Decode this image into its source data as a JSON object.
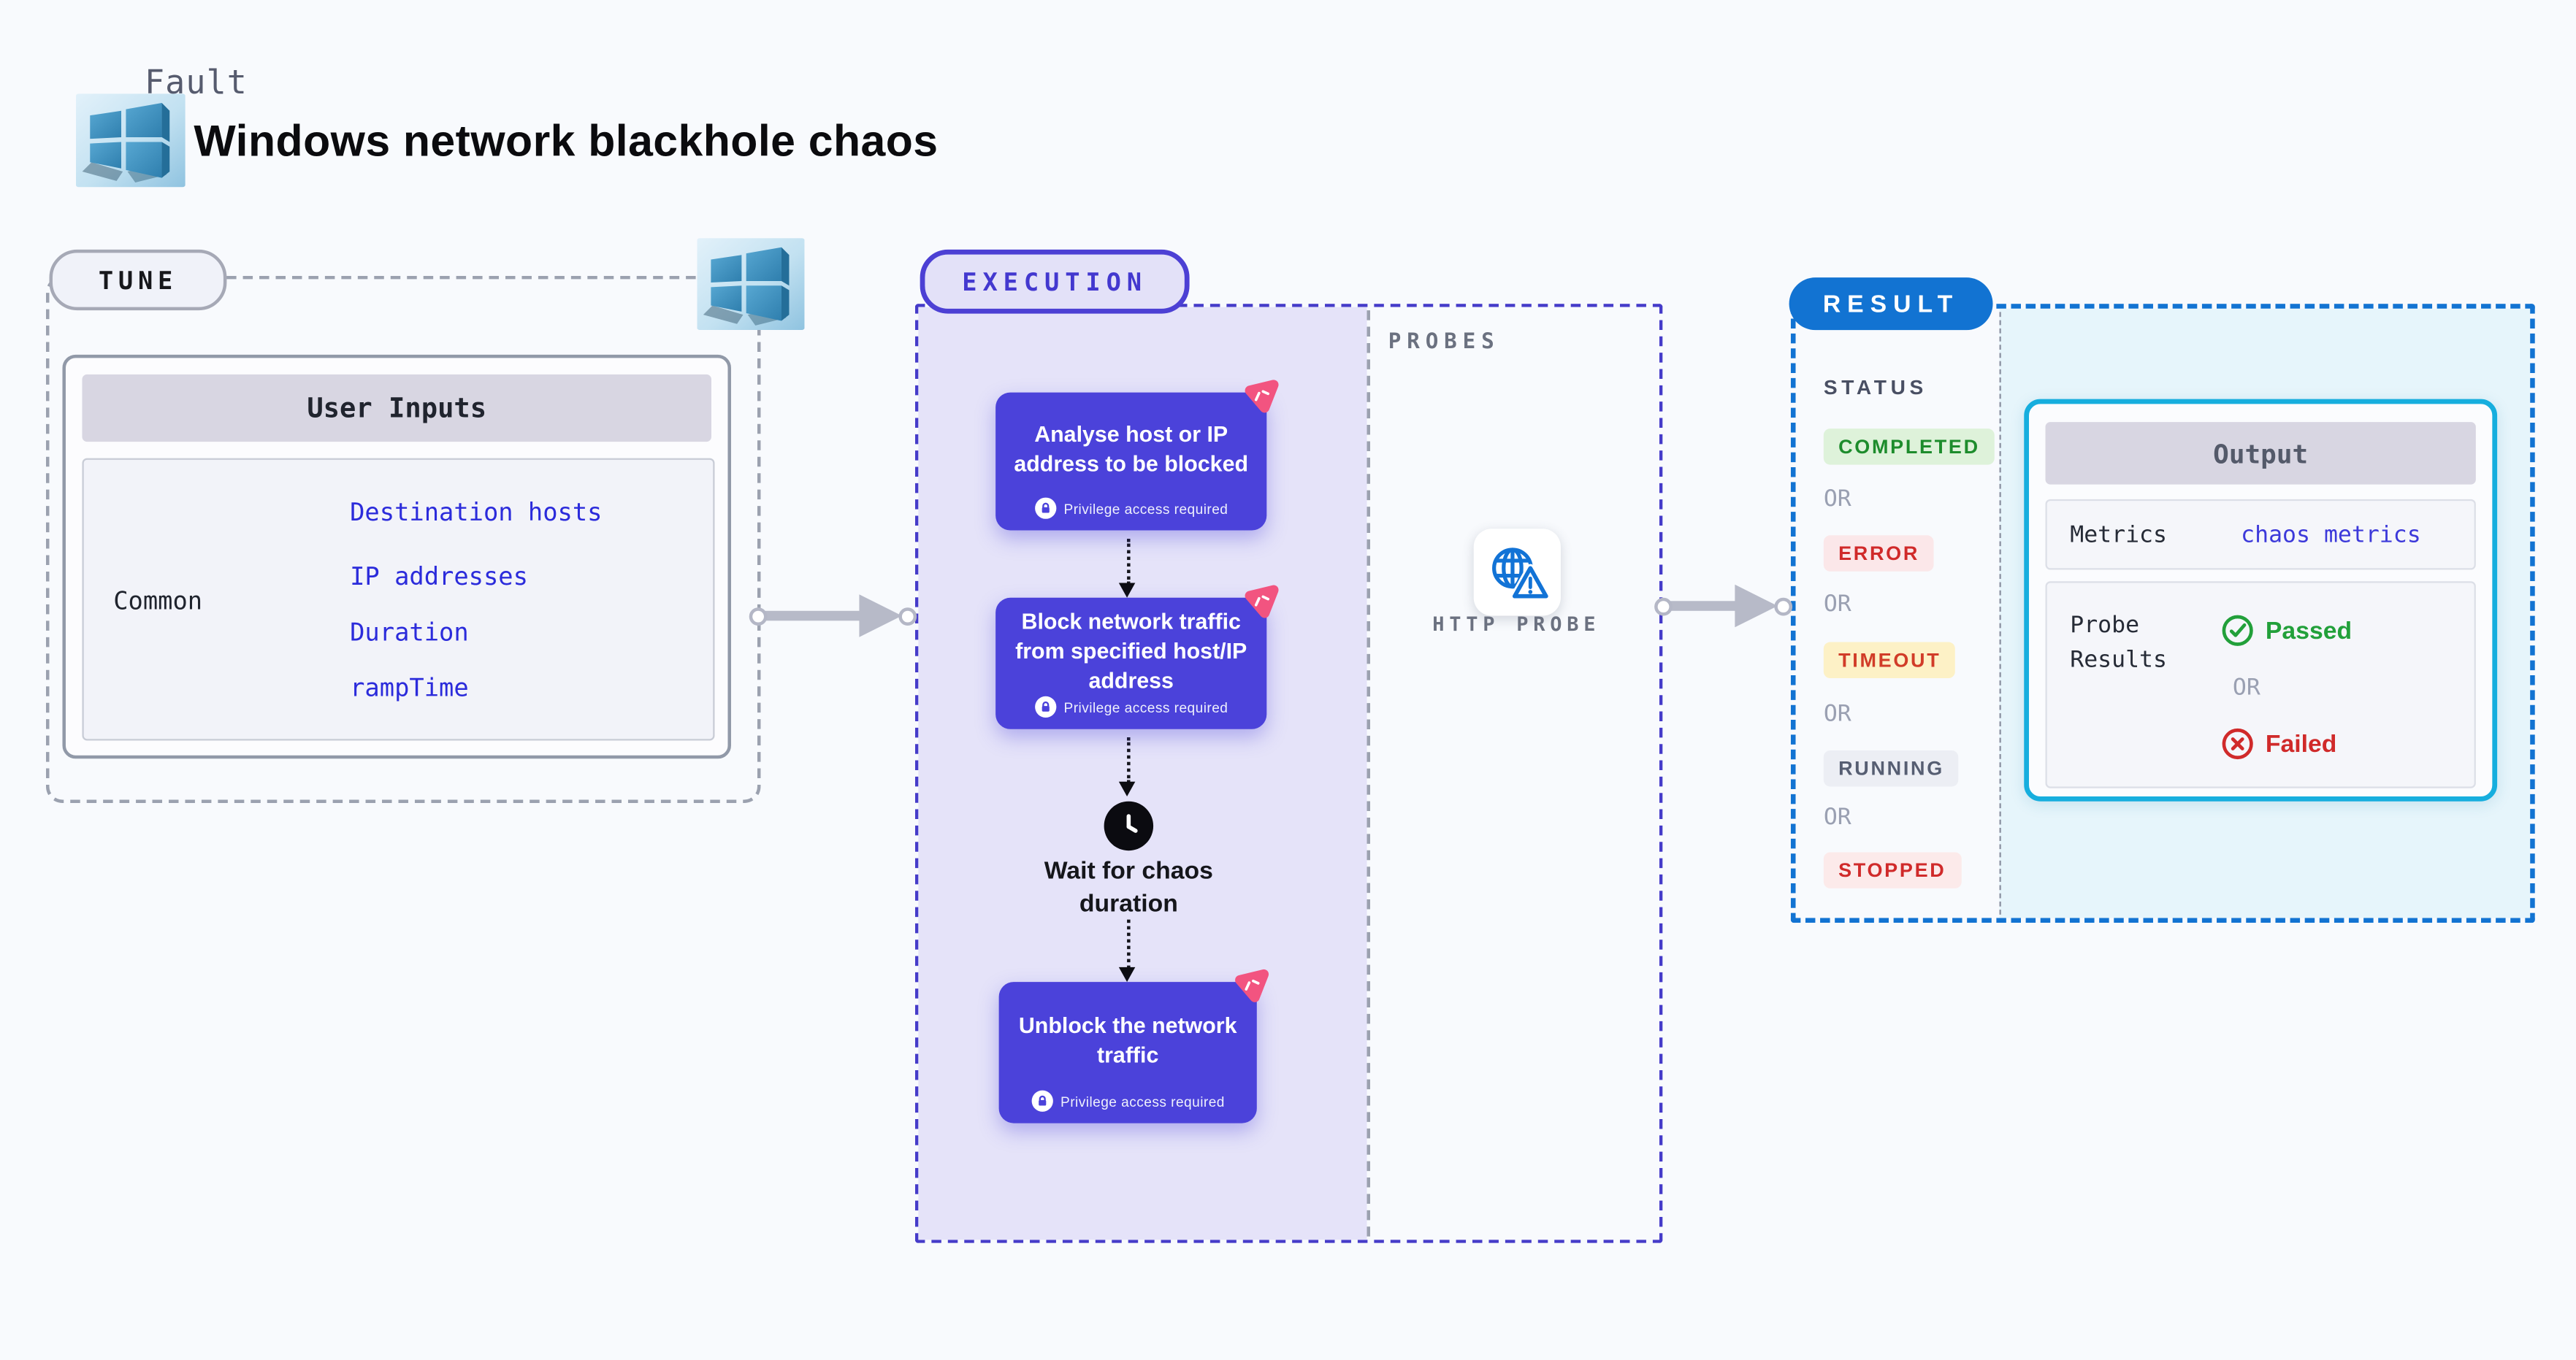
{
  "header": {
    "kicker": "Fault",
    "title": "Windows network blackhole chaos"
  },
  "tune": {
    "label": "TUNE",
    "table_title": "User Inputs",
    "row_label": "Common",
    "inputs": [
      "Destination hosts",
      "IP addresses",
      "Duration",
      "rampTime"
    ]
  },
  "execution": {
    "label": "EXECUTION",
    "steps": [
      {
        "text": "Analyse host or IP address to be blocked",
        "badge": "Privilege access required"
      },
      {
        "text": "Block network traffic from specified host/IP address",
        "badge": "Privilege access required"
      },
      {
        "text": "Wait for chaos duration"
      },
      {
        "text": "Unblock the network traffic",
        "badge": "Privilege access required"
      }
    ]
  },
  "probes": {
    "label": "PROBES",
    "probe_label": "HTTP PROBE"
  },
  "result": {
    "label": "RESULT",
    "status_title": "STATUS",
    "statuses": [
      "COMPLETED",
      "ERROR",
      "TIMEOUT",
      "RUNNING",
      "STOPPED"
    ],
    "or_label": "OR",
    "output": {
      "title": "Output",
      "metrics_label": "Metrics",
      "metrics_link": "chaos metrics",
      "probe_results_label": "Probe Results",
      "passed": "Passed",
      "failed": "Failed"
    }
  },
  "colors": {
    "node_purple": "#4b42da",
    "execution_accent": "#453bc9",
    "execution_fill": "#e5e3f9",
    "result_accent": "#1273d2",
    "output_accent": "#16aede",
    "output_fill": "#e6f5fb",
    "litmus_pink": "#f25480",
    "link_blue": "#2b2bdb",
    "probe_blue": "#1273d6",
    "passed_green": "#22a03a",
    "failed_red": "#d02a2a"
  }
}
